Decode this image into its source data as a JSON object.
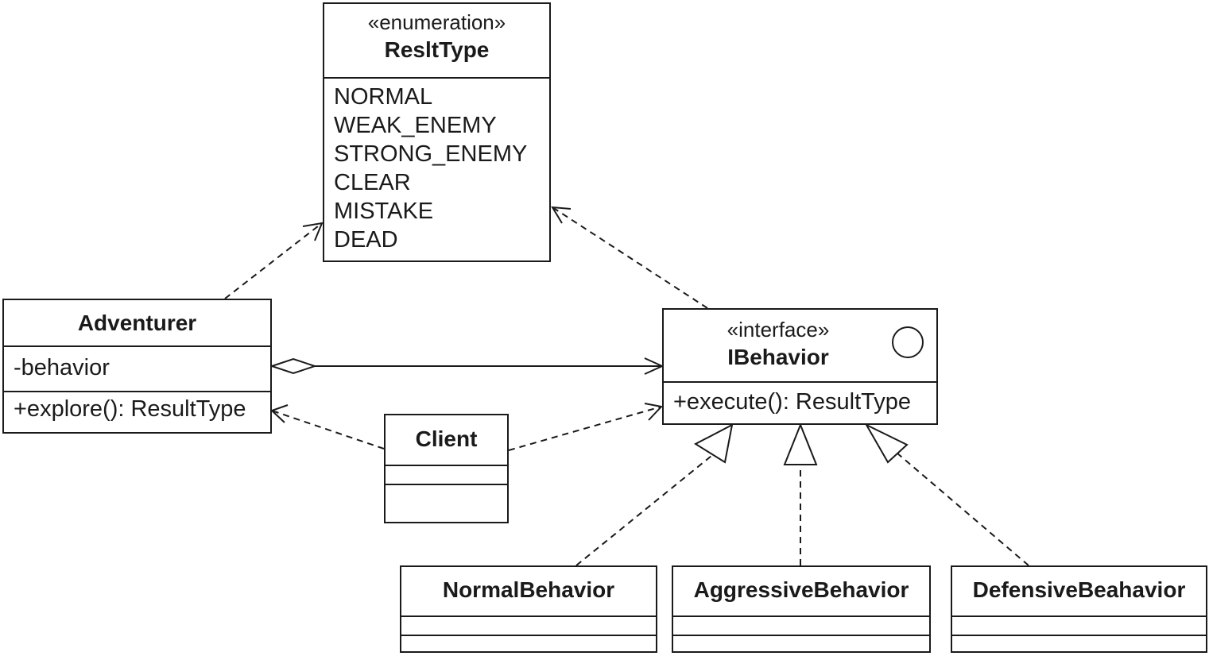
{
  "classes": {
    "reslt_type": {
      "stereotype": "«enumeration»",
      "name": "ResltType",
      "literals": [
        "NORMAL",
        "WEAK_ENEMY",
        "STRONG_ENEMY",
        "CLEAR",
        "MISTAKE",
        "DEAD"
      ]
    },
    "adventurer": {
      "name": "Adventurer",
      "attribute": "-behavior",
      "operation": "+explore(): ResultType"
    },
    "ibehavior": {
      "stereotype": "«interface»",
      "name": "IBehavior",
      "operation": "+execute(): ResultType"
    },
    "client": {
      "name": "Client"
    },
    "normal_behavior": {
      "name": "NormalBehavior"
    },
    "aggressive_behavior": {
      "name": "AggressiveBehavior"
    },
    "defensive_behavior": {
      "name": "DefensiveBeahavior"
    }
  },
  "relationships": [
    {
      "type": "aggregation",
      "from": "Adventurer",
      "to": "IBehavior"
    },
    {
      "type": "dependency",
      "from": "Adventurer",
      "to": "ResltType"
    },
    {
      "type": "dependency",
      "from": "IBehavior",
      "to": "ResltType"
    },
    {
      "type": "dependency",
      "from": "Client",
      "to": "Adventurer"
    },
    {
      "type": "dependency",
      "from": "Client",
      "to": "IBehavior"
    },
    {
      "type": "realization",
      "from": "NormalBehavior",
      "to": "IBehavior"
    },
    {
      "type": "realization",
      "from": "AggressiveBehavior",
      "to": "IBehavior"
    },
    {
      "type": "realization",
      "from": "DefensiveBeahavior",
      "to": "IBehavior"
    }
  ]
}
